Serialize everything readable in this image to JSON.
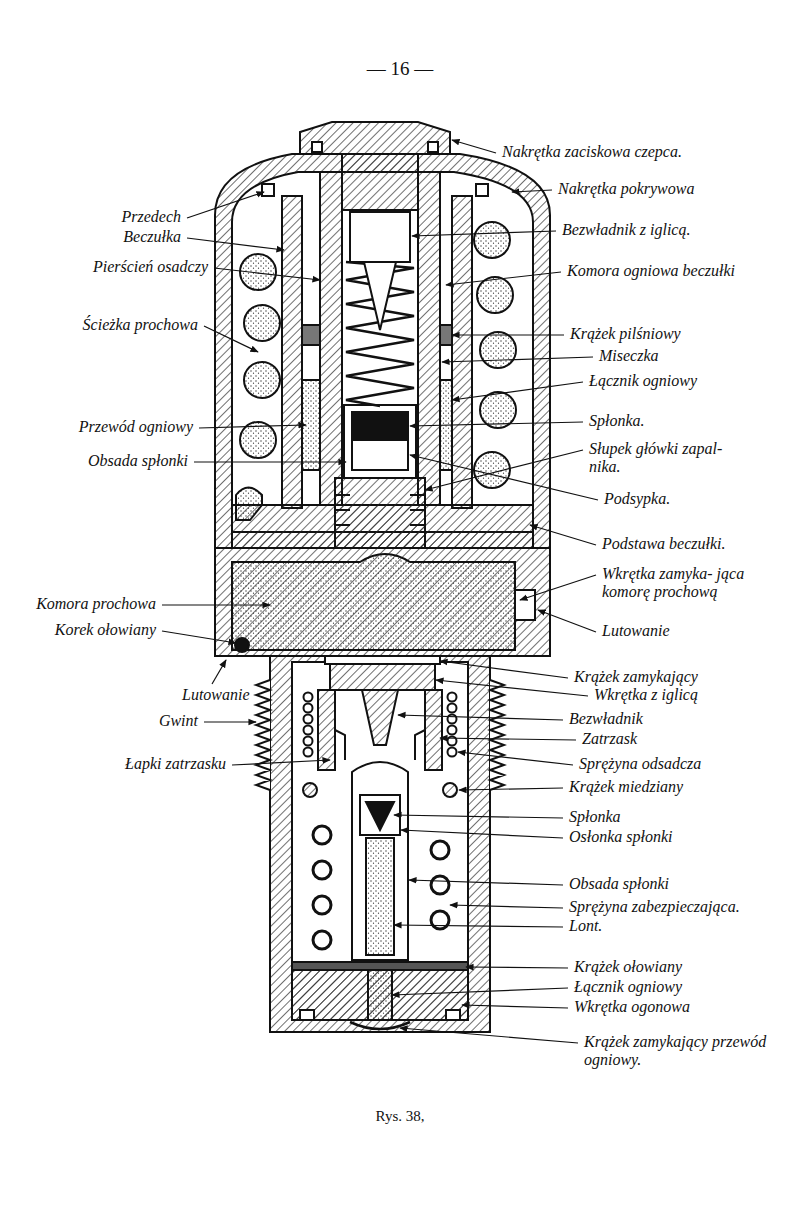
{
  "diagram": {
    "caption": "Rys. 38,",
    "labels": [
      "— 16 —",
      "Nakrętka zaciskowa czepca.",
      "Nakrętka pokrywowa",
      "Bezwładnik z iglicą.",
      "Komora ogniowa beczułki",
      "Krążek pilśniowy",
      "Miseczka",
      "Łącznik ogniowy",
      "Spłonka.",
      "Słupek główki zapal- nika.",
      "Podsypka.",
      "Podstawa beczułki.",
      "Wkrętka zamyka- jąca komorę prochową",
      "Lutowanie",
      "Krążek zamykający",
      "Wkrętka z iglicą",
      "Bezwładnik",
      "Zatrzask",
      "Sprężyna odsadcza",
      "Krążek miedziany",
      "Spłonka",
      "Osłonka spłonki",
      "Obsada spłonki",
      "Sprężyna zabezpieczająca.",
      "Lont.",
      "Krążek ołowiany",
      "Łącznik ogniowy",
      "Wkrętka ogonowa",
      "Krążek zamykający przewód ogniowy.",
      "Przedech",
      "Beczułka",
      "Pierścień osadczy",
      "Ścieżka prochowa",
      "Przewód ogniowy",
      "Obsada spłonki",
      "Komora prochowa",
      "Korek ołowiany",
      "Lutowanie",
      "Gwint",
      "Łapki zatrzasku"
    ]
  }
}
